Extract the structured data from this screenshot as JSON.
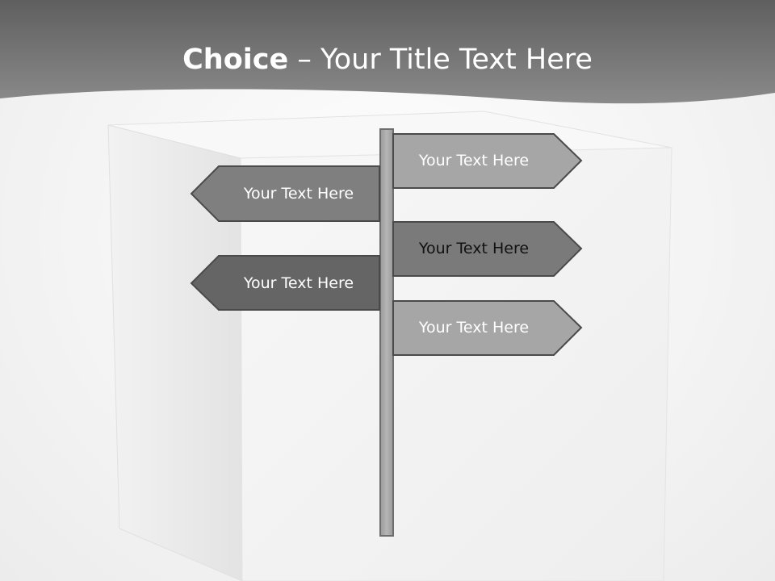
{
  "slide": {
    "title_bold": "Choice",
    "title_rest": " – Your Title Text Here",
    "signs": [
      {
        "label": "Your Text Here",
        "direction": "right",
        "fill": "#a6a6a6",
        "text_color": "#ffffff"
      },
      {
        "label": "Your Text Here",
        "direction": "left",
        "fill": "#7f7f7f",
        "text_color": "#ffffff"
      },
      {
        "label": "Your Text Here",
        "direction": "right",
        "fill": "#7a7a7a",
        "text_color": "#111111"
      },
      {
        "label": "Your Text Here",
        "direction": "left",
        "fill": "#656565",
        "text_color": "#ffffff"
      },
      {
        "label": "Your Text Here",
        "direction": "right",
        "fill": "#a6a6a6",
        "text_color": "#ffffff"
      }
    ]
  },
  "colors": {
    "header_band": "#777777",
    "sign_stroke": "#4a4a4a",
    "pole": "#a9a9a9"
  }
}
